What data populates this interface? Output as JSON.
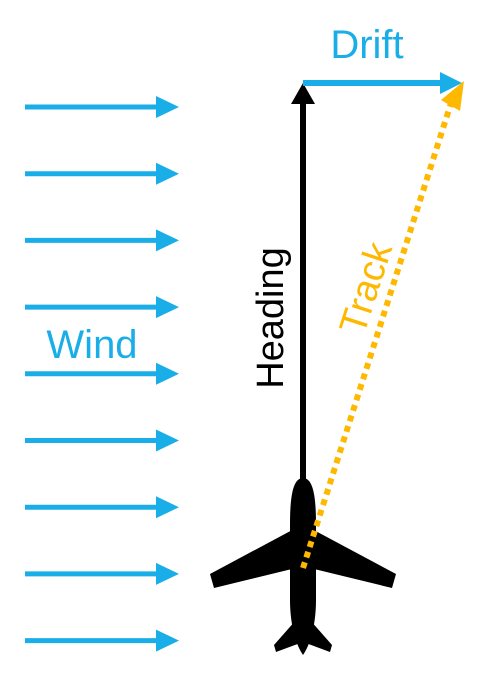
{
  "labels": {
    "drift": "Drift",
    "wind": "Wind",
    "heading": "Heading",
    "track": "Track"
  },
  "colors": {
    "wind": "#1aaee8",
    "drift": "#1aaee8",
    "heading": "#000000",
    "track": "#ffb800",
    "aircraft": "#000000"
  },
  "icons": {
    "aircraft": "airplane-icon",
    "wind_arrows": "arrow-right-icon"
  },
  "wind_arrow_count": 9
}
